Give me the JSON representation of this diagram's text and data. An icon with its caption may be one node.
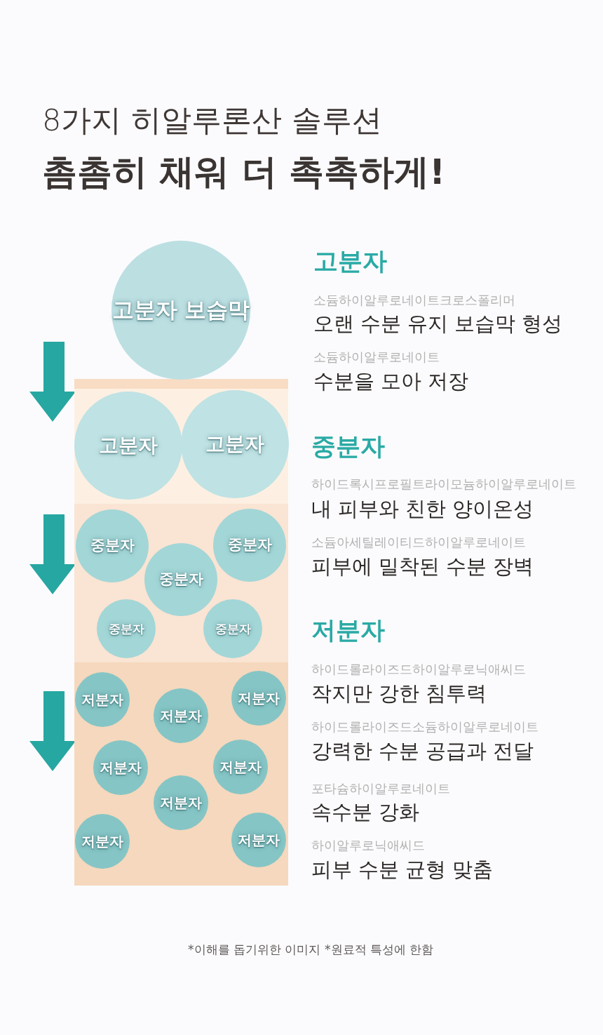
{
  "diagram": {
    "title": "8가지 히알루론산 솔루션",
    "nodes": [
      {
        "text": [
          "고분자 보습막"
        ]
      },
      {
        "text": [],
        "shape": "box"
      },
      {
        "text": [
          "고분자"
        ],
        "in": 1
      },
      {
        "text": [
          "고분자"
        ],
        "in": 1
      },
      {
        "text": [],
        "shape": "box"
      },
      {
        "text": [
          "중분자"
        ],
        "in": 4
      },
      {
        "text": [
          "중분자"
        ],
        "in": 4
      },
      {
        "text": [
          "중분자"
        ],
        "in": 4
      },
      {
        "text": [
          "중분자"
        ],
        "in": 4
      },
      {
        "text": [
          "중분자"
        ],
        "in": 4
      },
      {
        "text": [],
        "shape": "box"
      },
      {
        "text": [
          "저분자"
        ],
        "in": 10
      },
      {
        "text": [
          "저분자"
        ],
        "in": 10
      },
      {
        "text": [
          "저분자"
        ],
        "in": 10
      },
      {
        "text": [
          "저분자"
        ],
        "in": 10
      },
      {
        "text": [
          "저분자"
        ],
        "in": 10
      },
      {
        "text": [
          "저분자"
        ],
        "in": 10
      },
      {
        "text": [
          "저분자"
        ],
        "in": 10
      },
      {
        "text": [
          "저분자"
        ],
        "in": 10
      }
    ],
    "labels": [
      "촘촘히 채워 더 촉촉하게!",
      "고분자",
      "소듐하이알루로네이트크로스폴리머",
      "오랜 수분 유지 보습막 형성",
      "소듐하이알루로네이트",
      "수분을 모아 저장",
      "중분자",
      "하이드록시프로필트라이모늄하이알루로네이트",
      "내 피부와 친한 양이온성",
      "소듐아세틸레이티드하이알루로네이트",
      "피부에 밀착된 수분 장벽",
      "저분자",
      "하이드롤라이즈드하이알루로닉애씨드",
      "작지만 강한 침투력",
      "하이드롤라이즈드소듐하이알루로네이트",
      "강력한 수분 공급과 전달",
      "포타슘하이알루로네이트",
      "속수분 강화",
      "하이알루로닉애씨드",
      "피부 수분 균형 맞춤",
      "*이해를 돕기위한 이미지",
      "*원료적 특성에 한함"
    ]
  }
}
